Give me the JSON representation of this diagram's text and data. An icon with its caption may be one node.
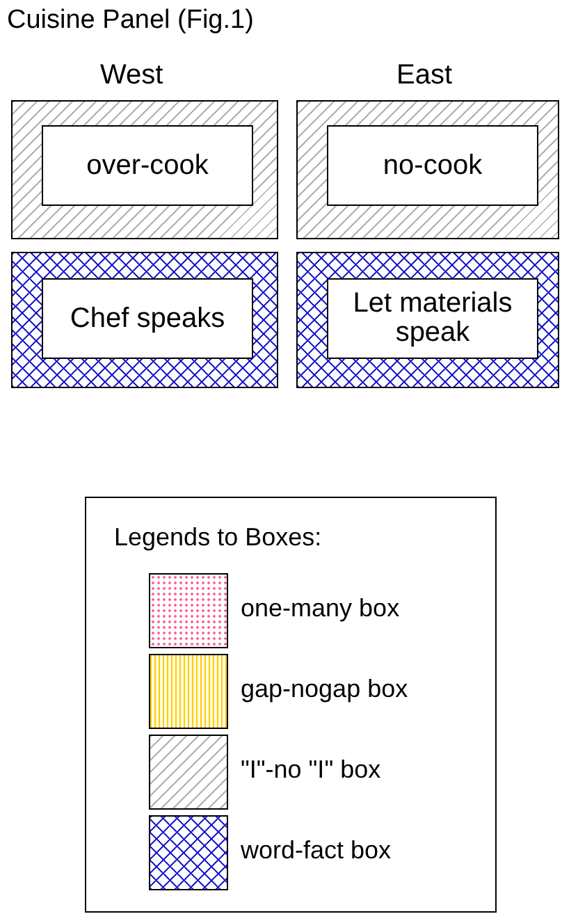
{
  "diagram": {
    "title": "Cuisine Panel (Fig.1)",
    "nodes": [
      {
        "text": [],
        "shape": "box"
      },
      {
        "text": [
          "over-cook"
        ],
        "in": 0
      },
      {
        "text": [],
        "shape": "box"
      },
      {
        "text": [
          "no-cook"
        ],
        "in": 2
      },
      {
        "text": [],
        "shape": "box"
      },
      {
        "text": [
          "Chef speaks"
        ],
        "in": 4
      },
      {
        "text": [],
        "shape": "box"
      },
      {
        "text": [
          "Let materials speak"
        ],
        "in": 6
      }
    ],
    "edges": [],
    "labels": [
      "West",
      "East",
      "Legends to Boxes:"
    ],
    "legend": [
      {
        "text": "one-many box",
        "color": "#ff6699"
      },
      {
        "text": "gap-nogap box",
        "color": "#ffcc00"
      },
      {
        "text": "\"I\"-no \"I\" box",
        "color": "#b0b0b0"
      },
      {
        "text": "word-fact box",
        "color": "#2222cc"
      }
    ]
  }
}
